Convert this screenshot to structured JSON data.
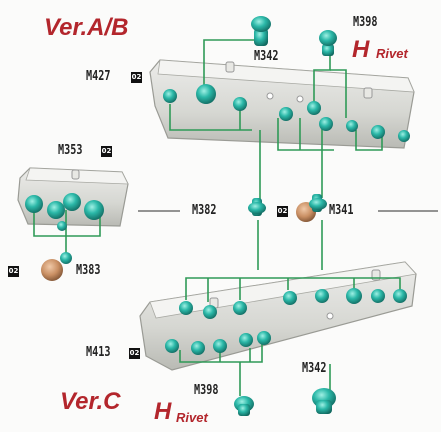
{
  "variants": {
    "top": "Ver.A/B",
    "bottom": "Ver.C"
  },
  "rivet": {
    "letter": "H",
    "word": "Rivet"
  },
  "badge": "02",
  "parts": {
    "m342": "M342",
    "m398": "M398",
    "m427": "M427",
    "m353": "M353",
    "m382": "M382",
    "m341": "M341",
    "m383": "M383",
    "m413": "M413"
  },
  "colors": {
    "variant_text": "#b3262c",
    "screw_fill": "#2bb8a8",
    "leader_line": "#2f9a57",
    "bracket": "#d7d8d3",
    "rivet_head": "#c98f63"
  },
  "icons": [
    "screw-icon",
    "rivet-icon",
    "bracket-plate"
  ]
}
